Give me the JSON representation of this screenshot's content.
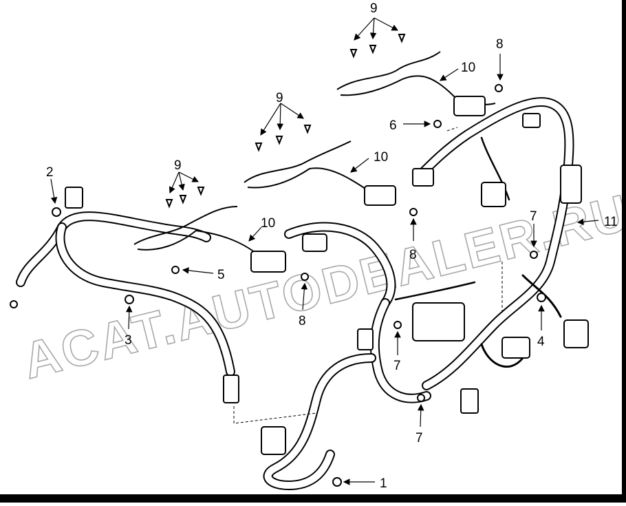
{
  "diagram": {
    "watermark": "ACAT.AUTODEALER.RU",
    "callouts": [
      {
        "id": "c9a",
        "label": "9"
      },
      {
        "id": "c8a",
        "label": "8"
      },
      {
        "id": "c10a",
        "label": "10"
      },
      {
        "id": "c6",
        "label": "6"
      },
      {
        "id": "c9b",
        "label": "9"
      },
      {
        "id": "c10b",
        "label": "10"
      },
      {
        "id": "c2",
        "label": "2"
      },
      {
        "id": "c9c",
        "label": "9"
      },
      {
        "id": "c10c",
        "label": "10"
      },
      {
        "id": "c8b",
        "label": "8"
      },
      {
        "id": "c7a",
        "label": "7"
      },
      {
        "id": "c11",
        "label": "11"
      },
      {
        "id": "c5",
        "label": "5"
      },
      {
        "id": "c8c",
        "label": "8"
      },
      {
        "id": "c3",
        "label": "3"
      },
      {
        "id": "c4",
        "label": "4"
      },
      {
        "id": "c7b",
        "label": "7"
      },
      {
        "id": "c7c",
        "label": "7"
      },
      {
        "id": "c1",
        "label": "1"
      }
    ]
  }
}
